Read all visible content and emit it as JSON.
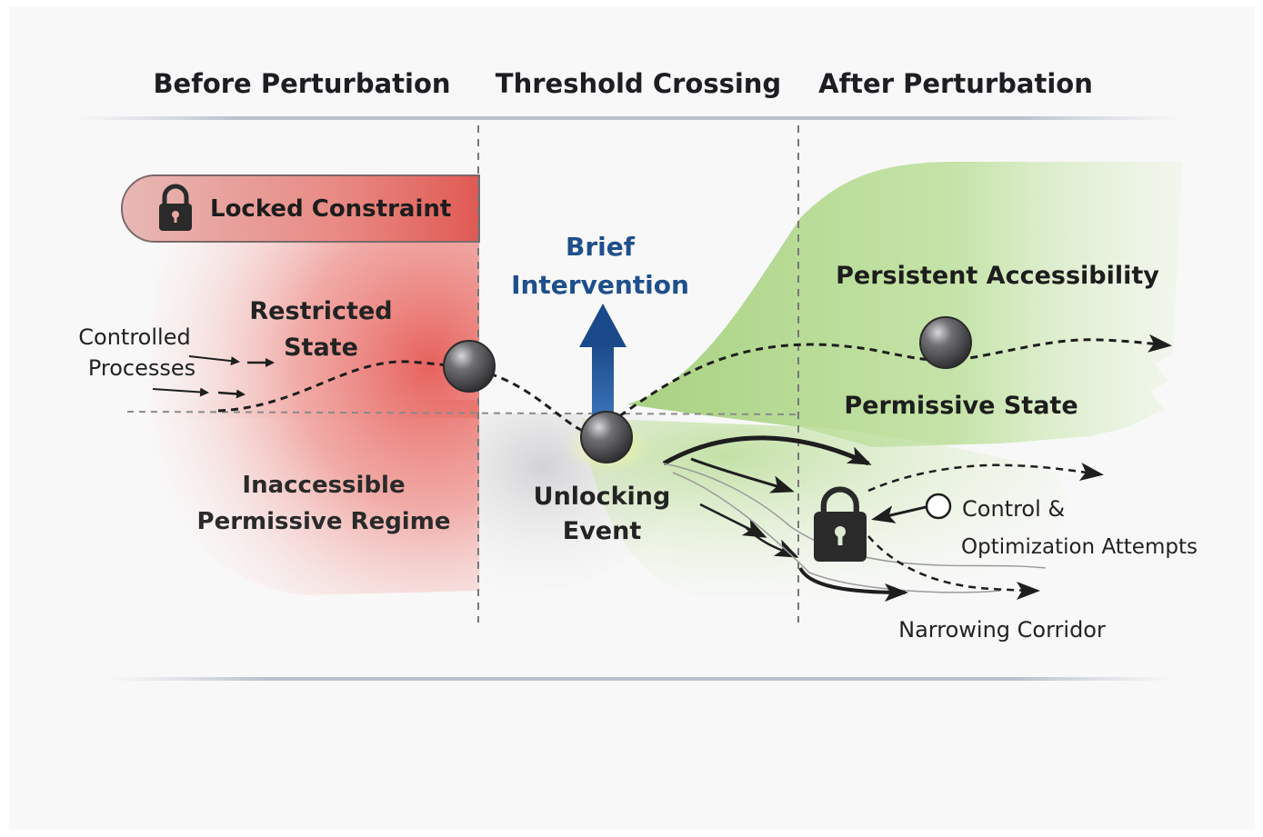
{
  "headers": {
    "before": "Before Perturbation",
    "threshold": "Threshold Crossing",
    "after": "After Perturbation"
  },
  "labels": {
    "locked_constraint": "Locked Constraint",
    "restricted_state_line1": "Restricted",
    "restricted_state_line2": "State",
    "controlled_processes_line1": "Controlled",
    "controlled_processes_line2": "Processes",
    "inaccessible_line1": "Inaccessible",
    "inaccessible_line2": "Permissive Regime",
    "brief_intervention_line1": "Brief",
    "brief_intervention_line2": "Intervention",
    "unlocking_event_line1": "Unlocking",
    "unlocking_event_line2": "Event",
    "persistent_accessibility": "Persistent Accessibility",
    "permissive_state": "Permissive State",
    "control_attempts_line1": "Control &",
    "control_attempts_line2": "Optimization Attempts",
    "narrowing_corridor": "Narrowing Corridor"
  },
  "colors": {
    "restricted_red": "#e8605c",
    "permissive_green": "#a8d07c",
    "intervention_blue": "#1f4f8c",
    "ball_grey": "#4a4a4d"
  }
}
